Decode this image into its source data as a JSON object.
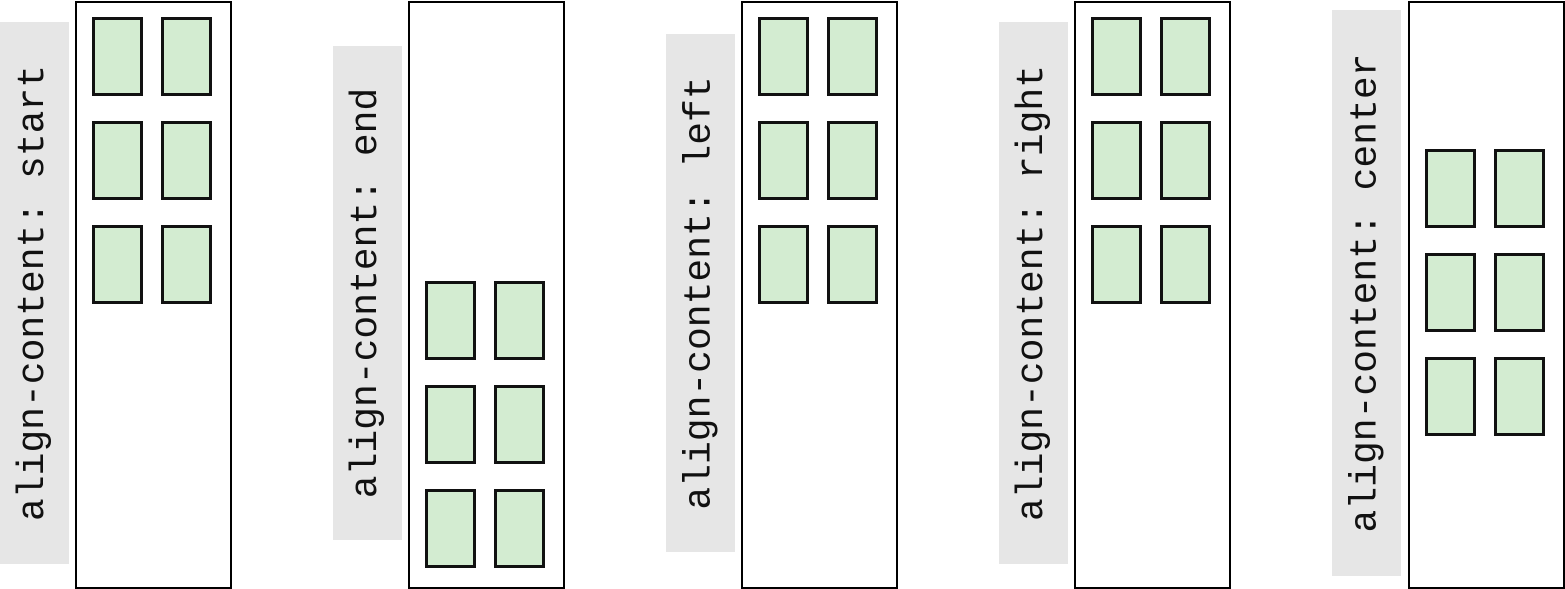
{
  "item_color": "#d3ecd1",
  "label_background": "#e6e6e6",
  "panels": [
    {
      "label": "align-content: start",
      "value": "start"
    },
    {
      "label": "align-content: end",
      "value": "end"
    },
    {
      "label": "align-content: left",
      "value": "left"
    },
    {
      "label": "align-content: right",
      "value": "right"
    },
    {
      "label": "align-content: center",
      "value": "center"
    }
  ],
  "grid": {
    "columns": 2,
    "rows": 3
  }
}
